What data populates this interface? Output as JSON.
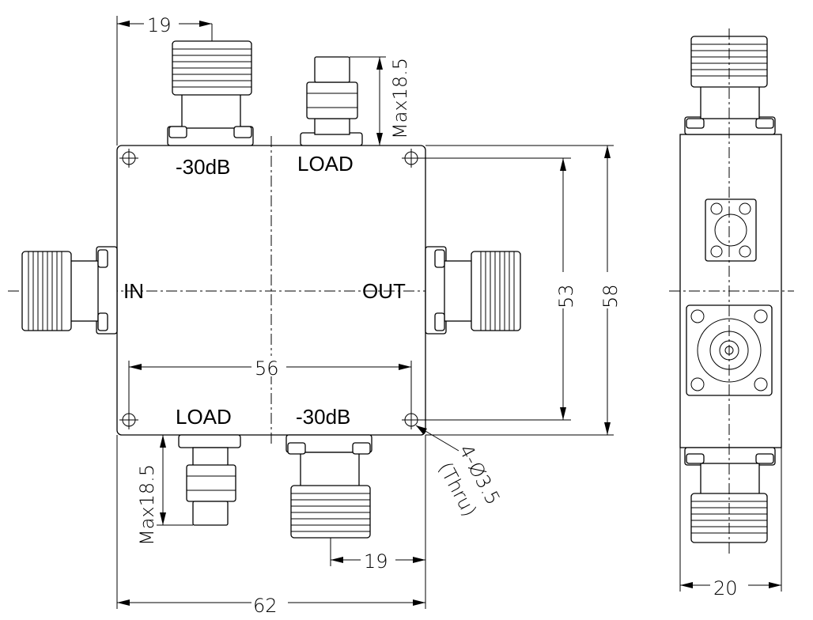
{
  "labels": {
    "port_in": "IN",
    "port_out": "OUT",
    "top_coupled": "-30dB",
    "top_load": "LOAD",
    "bottom_load": "LOAD",
    "bottom_coupled": "-30dB"
  },
  "dimensions": {
    "connector_offset_top": "19",
    "connector_offset_bottom": "19",
    "load_max_top": "Max18.5",
    "load_max_bottom": "Max18.5",
    "hole_spacing_width": "56",
    "hole_spacing_height": "53",
    "body_height": "58",
    "body_width": "62",
    "side_width": "20",
    "holes_note_line1": "4-Ø3.5",
    "holes_note_line2": "(Thru)"
  }
}
